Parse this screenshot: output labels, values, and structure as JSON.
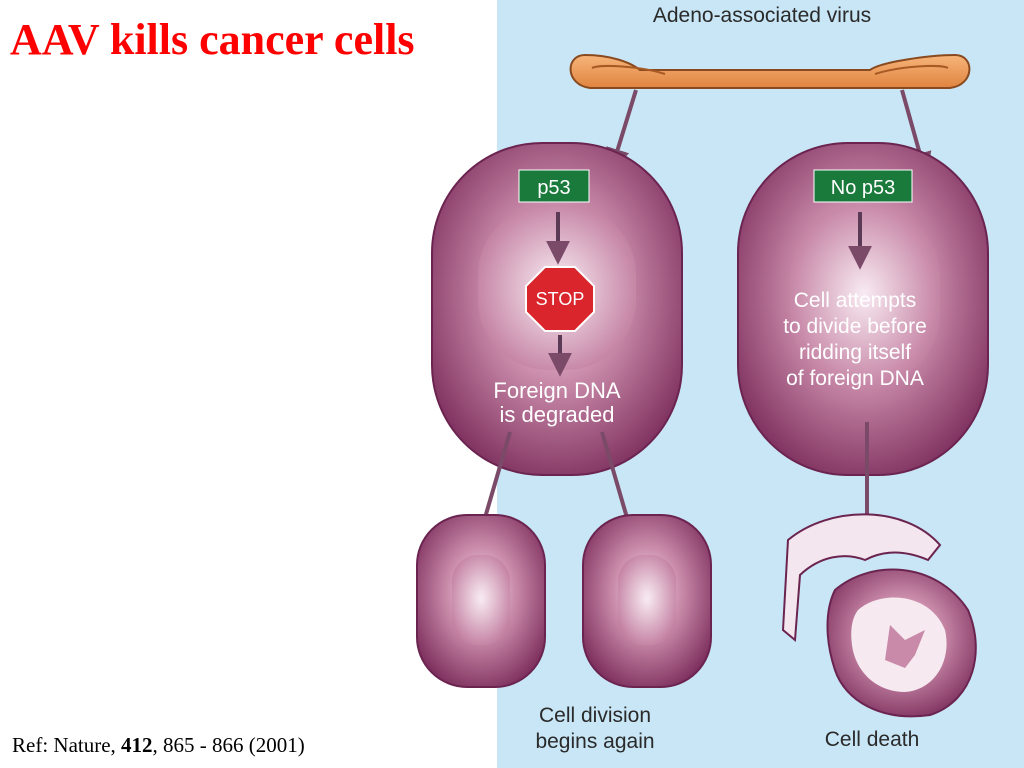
{
  "slide": {
    "title": "AAV kills cancer cells",
    "reference": {
      "prefix": "Ref: Nature, ",
      "volume": "412",
      "pages_year": ", 865 - 866 (2001)"
    }
  },
  "diagram": {
    "virus_label": "Adeno-associated virus",
    "left_cell": {
      "badge": "p53",
      "stop_sign": "STOP",
      "text_line1": "Foreign DNA",
      "text_line2": "is degraded"
    },
    "right_cell": {
      "badge": "No p53",
      "text_line1": "Cell attempts",
      "text_line2": "to divide before",
      "text_line3": "ridding itself",
      "text_line4": "of foreign DNA"
    },
    "outcome_left_line1": "Cell division",
    "outcome_left_line2": "begins again",
    "outcome_right": "Cell death"
  },
  "colors": {
    "title_red": "#ff0000",
    "panel_blue": "#c8e6f5",
    "badge_green": "#1a7a3c",
    "stop_red": "#d9252b",
    "cell_purple": "#8e3a6b",
    "virus_orange": "#f0a060"
  }
}
